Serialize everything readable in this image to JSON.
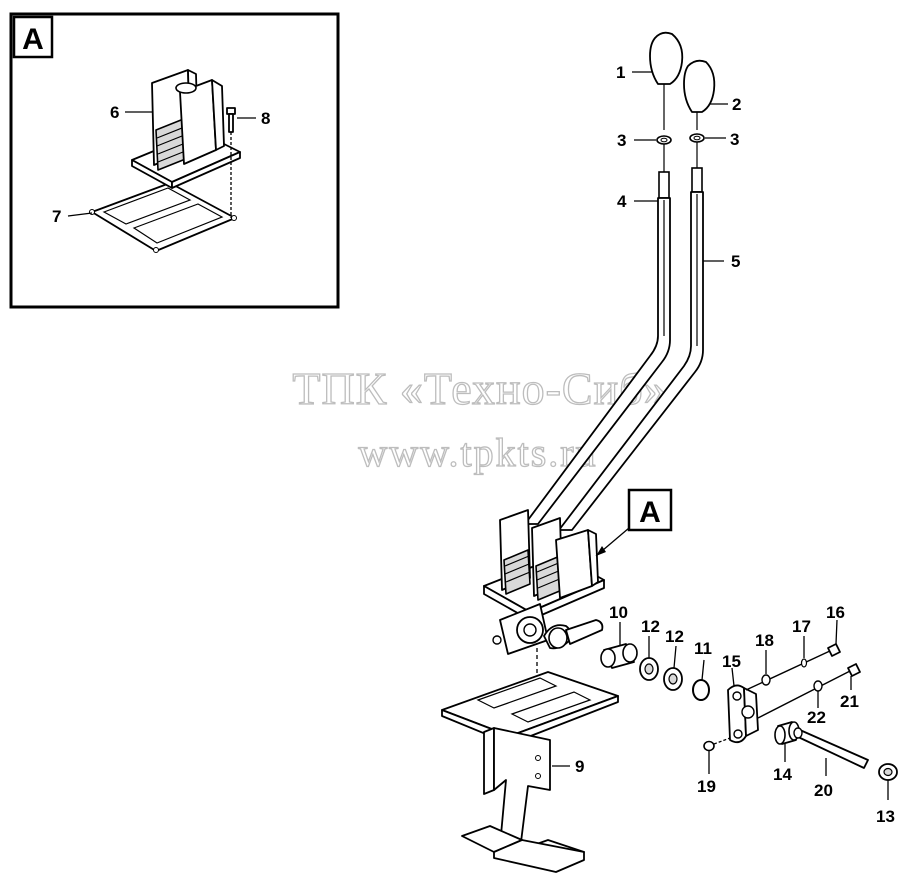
{
  "detail": {
    "letter": "A"
  },
  "callout": {
    "letter": "A"
  },
  "watermark": {
    "line1": "ТПК «Техно-Сиб»",
    "line2": "www.tpkts.ru"
  },
  "labels": {
    "p1": "1",
    "p2": "2",
    "p3a": "3",
    "p3b": "3",
    "p4": "4",
    "p5": "5",
    "p6": "6",
    "p7": "7",
    "p8": "8",
    "p9": "9",
    "p10": "10",
    "p11": "11",
    "p12a": "12",
    "p12b": "12",
    "p13": "13",
    "p14": "14",
    "p15": "15",
    "p16": "16",
    "p17": "17",
    "p18": "18",
    "p19": "19",
    "p20": "20",
    "p21": "21",
    "p22": "22"
  }
}
